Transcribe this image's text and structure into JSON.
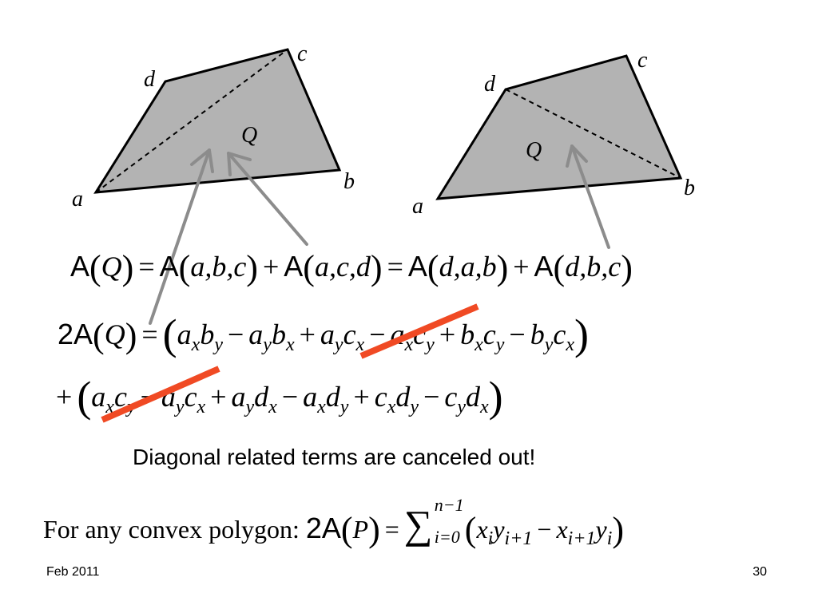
{
  "figure": {
    "left_quad": {
      "a": "a",
      "b": "b",
      "c": "c",
      "d": "d",
      "q": "Q"
    },
    "right_quad": {
      "a": "a",
      "b": "b",
      "c": "c",
      "d": "d",
      "q": "Q"
    },
    "colors": {
      "fill": "#b3b3b3",
      "stroke": "#000000",
      "arrow": "#8c8c8c",
      "strike": "#f04a24"
    }
  },
  "eq1": {
    "A": "A",
    "Q": "Q",
    "t1": "a,b,c",
    "t2": "a,c,d",
    "t3": "d,a,b",
    "t4": "d,b,c"
  },
  "eq2": {
    "lead": "2A",
    "Q": "Q"
  },
  "note": "Diagonal related terms are canceled out!",
  "formula": {
    "prefix": "For any convex polygon:",
    "lead": "2A",
    "P": "P",
    "upper": "n−1",
    "lower": "i=0"
  },
  "footer": {
    "date": "Feb 2011",
    "page": "30"
  }
}
